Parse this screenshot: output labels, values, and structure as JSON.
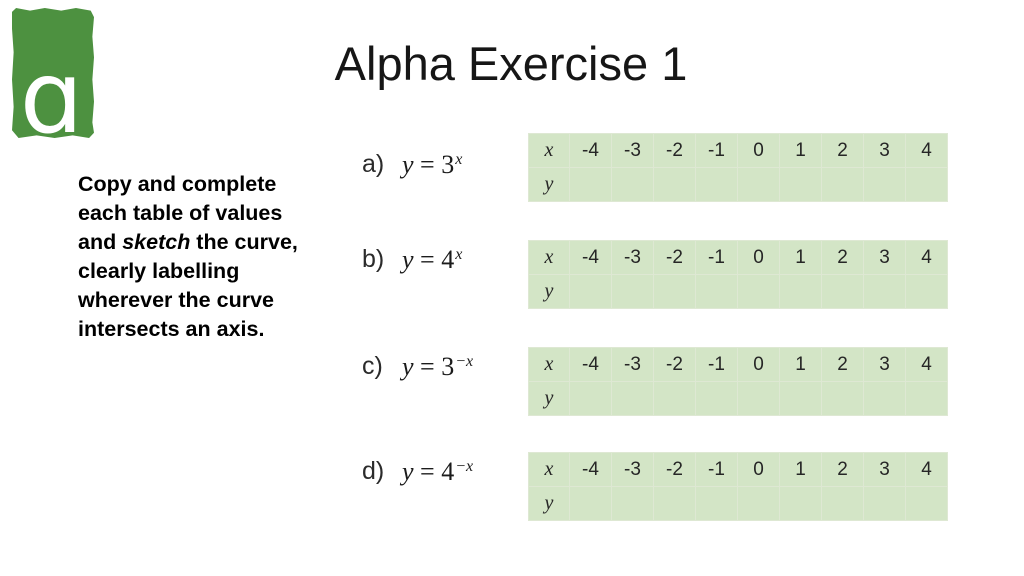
{
  "title": "Alpha Exercise 1",
  "logo": {
    "letter": "ɑ",
    "background_color": "#4d9140",
    "letter_color": "#ffffff"
  },
  "instructions": {
    "lines": [
      [
        {
          "text": "Copy and complete"
        }
      ],
      [
        {
          "text": "each table of values"
        }
      ],
      [
        {
          "text": "and "
        },
        {
          "text": "sketch",
          "italic": true
        },
        {
          "text": " the curve,"
        }
      ],
      [
        {
          "text": "clearly labelling"
        }
      ],
      [
        {
          "text": "wherever the curve"
        }
      ],
      [
        {
          "text": "intersects an axis."
        }
      ]
    ]
  },
  "exercises": [
    {
      "label": "a)",
      "equation": {
        "variable": "y",
        "equals": " = ",
        "base": "3",
        "exponent": "x"
      }
    },
    {
      "label": "b)",
      "equation": {
        "variable": "y",
        "equals": " = ",
        "base": "4",
        "exponent": "x"
      }
    },
    {
      "label": "c)",
      "equation": {
        "variable": "y",
        "equals": " = ",
        "base": "3",
        "exponent": "−x"
      }
    },
    {
      "label": "d)",
      "equation": {
        "variable": "y",
        "equals": " = ",
        "base": "4",
        "exponent": "−x"
      }
    }
  ],
  "table": {
    "x_row_label": "x",
    "y_row_label": "y",
    "x_values": [
      "-4",
      "-3",
      "-2",
      "-1",
      "0",
      "1",
      "2",
      "3",
      "4"
    ],
    "y_values": [
      "",
      "",
      "",
      "",
      "",
      "",
      "",
      "",
      ""
    ]
  },
  "colors": {
    "logo_green": "#4d9140",
    "table_fill": "#d3e5c6",
    "table_outer_border": "#a6b09d",
    "table_grid_line": "#dee8d3"
  }
}
